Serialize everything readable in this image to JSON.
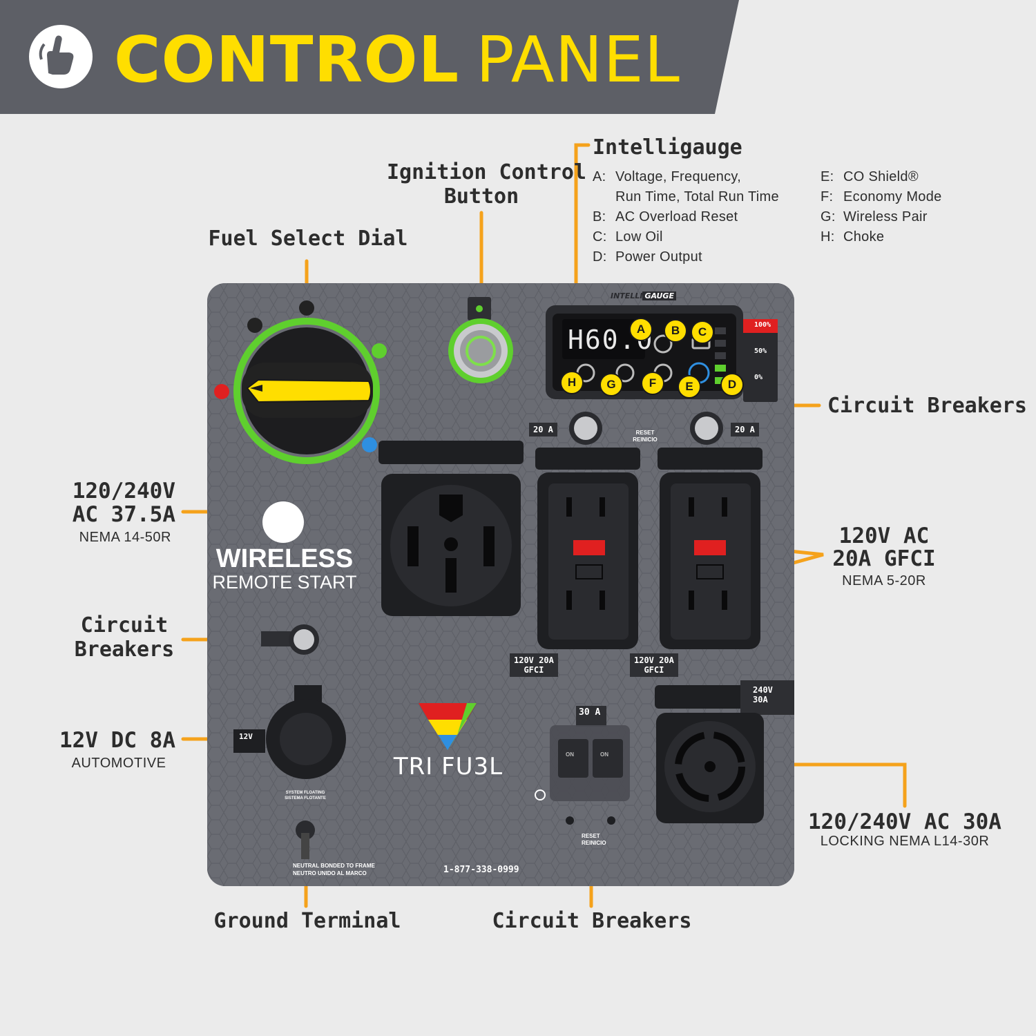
{
  "header": {
    "title_bold": "CONTROL",
    "title_light": "PANEL",
    "icon": "hand-pointer-icon"
  },
  "callouts": {
    "fuel_select": "Fuel Select Dial",
    "ignition_line1": "Ignition Control",
    "ignition_line2": "Button",
    "intelligauge": "Intelligauge",
    "circuit_breakers_right": "Circuit Breakers",
    "outlet_50a_line1": "120/240V",
    "outlet_50a_line2": "AC 37.5A",
    "outlet_50a_sub": "NEMA 14-50R",
    "gfci_line1": "120V AC",
    "gfci_line2": "20A GFCI",
    "gfci_sub": "NEMA 5-20R",
    "circuit_breakers_left_line1": "Circuit",
    "circuit_breakers_left_line2": "Breakers",
    "dc_line1": "12V DC 8A",
    "dc_sub": "AUTOMOTIVE",
    "l14_line1": "120/240V AC 30A",
    "l14_sub": "LOCKING NEMA L14-30R",
    "ground_terminal": "Ground Terminal",
    "circuit_breakers_bottom": "Circuit Breakers"
  },
  "intelligauge_legend": {
    "left": [
      {
        "key": "A:",
        "text": "Voltage, Frequency,",
        "text2": "Run Time, Total Run Time"
      },
      {
        "key": "B:",
        "text": "AC Overload Reset"
      },
      {
        "key": "C:",
        "text": "Low Oil"
      },
      {
        "key": "D:",
        "text": "Power Output"
      }
    ],
    "right": [
      {
        "key": "E:",
        "text": "CO Shield®"
      },
      {
        "key": "F:",
        "text": "Economy Mode"
      },
      {
        "key": "G:",
        "text": "Wireless Pair"
      },
      {
        "key": "H:",
        "text": "Choke"
      }
    ]
  },
  "panel": {
    "display_readout": "H60.0",
    "gauge_brand_a": "INTELLI",
    "gauge_brand_b": "GAUGE",
    "power_levels": [
      "100%",
      "50%",
      "0%"
    ],
    "gauge_markers": [
      "A",
      "B",
      "C",
      "D",
      "E",
      "F",
      "G",
      "H"
    ],
    "breaker_20a_left": "20 A",
    "breaker_20a_right": "20 A",
    "reset_en": "RESET",
    "reset_es": "REINICIO",
    "wireless_title": "WIRELESS",
    "wireless_sub": "REMOTE START",
    "gfci_tag_1a": "120V 20A",
    "gfci_tag_1b": "GFCI",
    "gfci_tag_2a": "120V 20A",
    "gfci_tag_2b": "GFCI",
    "breaker_30a": "30 A",
    "l14_tag_a": "240V",
    "l14_tag_b": "30A",
    "dc_tag": "12V",
    "floating_en": "SYSTEM FLOATING",
    "floating_es": "SISTEMA FLOTANTE",
    "neutral_en": "NEUTRAL BONDED TO FRAME",
    "neutral_es": "NEUTRO UNIDO AL MARCO",
    "phone": "1-877-338-0999",
    "trifuel": "TRI FU3L",
    "breaker_on": "ON"
  },
  "colors": {
    "accent_yellow": "#ffde00",
    "leader_orange": "#f5a21b",
    "panel_gray": "#6a6c73",
    "dial_green": "#5fcf2e",
    "header_gray": "#5d5f66",
    "gfci_red": "#e02020"
  }
}
